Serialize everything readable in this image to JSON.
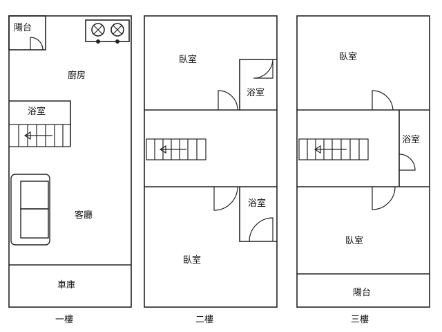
{
  "floors": [
    {
      "label": "一樓",
      "rooms": {
        "balcony": "陽台",
        "kitchen": "廚房",
        "bathroom": "浴室",
        "living_room": "客廳",
        "garage": "車庫"
      }
    },
    {
      "label": "二樓",
      "rooms": {
        "bedroom_front": "臥室",
        "bathroom_upper": "浴室",
        "bathroom_lower": "浴室",
        "bedroom_rear": "臥室"
      }
    },
    {
      "label": "三樓",
      "rooms": {
        "bedroom_front": "臥室",
        "bathroom": "浴室",
        "bedroom_rear": "臥室",
        "balcony": "陽台"
      }
    }
  ],
  "colors": {
    "wall": "#222222",
    "background": "#ffffff",
    "text": "#111111"
  }
}
